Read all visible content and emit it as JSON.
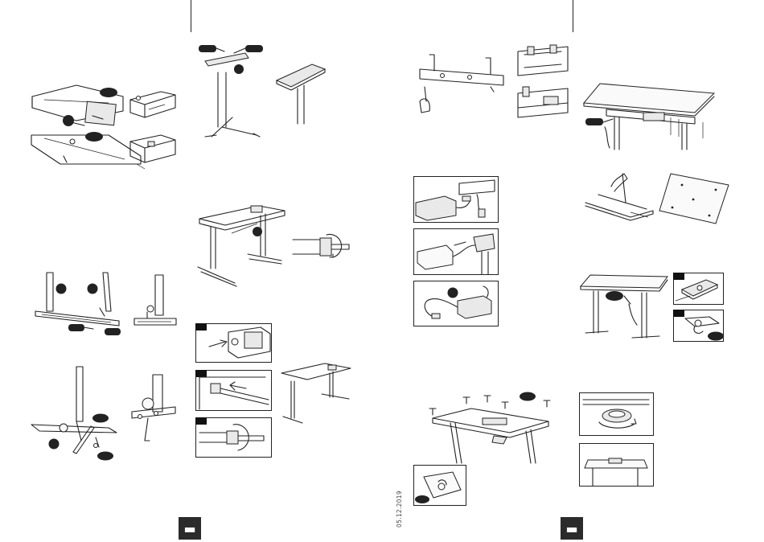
{
  "sheet": {
    "print_date": "05.12.2019",
    "brand_logo_left": "logo-mark",
    "brand_logo_right": "logo-mark"
  },
  "colors": {
    "ink": "#222222",
    "callout": "#111111",
    "logo_bg": "#2b2b2b",
    "paper": "#ffffff"
  },
  "steps": [
    {
      "id": "crossbar-brackets",
      "page": 1
    },
    {
      "id": "foot-attachment",
      "page": 1
    },
    {
      "id": "legs-to-crossbar",
      "page": 1
    },
    {
      "id": "motor-bracket",
      "page": 1
    },
    {
      "id": "frame-assembly",
      "page": 1
    },
    {
      "id": "motor-shaft-insert",
      "page": 1
    },
    {
      "id": "hex-shaft-sequence",
      "page": 1
    },
    {
      "id": "control-box-mount",
      "page": 2
    },
    {
      "id": "tabletop-attach",
      "page": 2
    },
    {
      "id": "cable-connection",
      "page": 2
    },
    {
      "id": "screw-tabletop",
      "page": 2
    },
    {
      "id": "controller-install",
      "page": 2
    },
    {
      "id": "cable-tray",
      "page": 2
    },
    {
      "id": "final-check",
      "page": 2
    }
  ]
}
